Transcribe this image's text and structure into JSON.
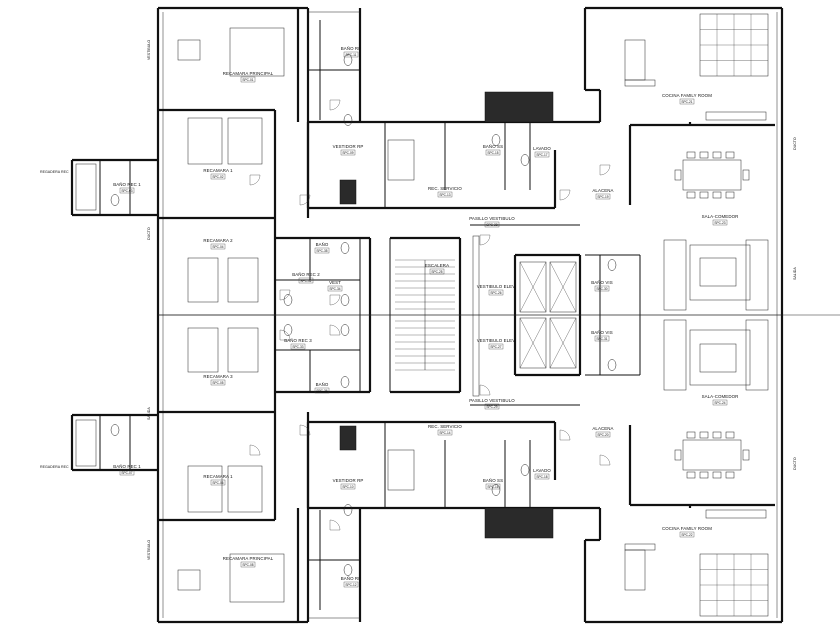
{
  "rooms": [
    {
      "id": "recamara-principal-top",
      "label": "RECAMARA PRINCIPAL",
      "tag": "SPC-01"
    },
    {
      "id": "recamara-1-top",
      "label": "RECAMARA 1",
      "tag": "SPC-02"
    },
    {
      "id": "bano-rec-top",
      "label": "BAÑO REC 1",
      "tag": "SPC-03"
    },
    {
      "id": "recamara-2",
      "label": "RECAMARA 2",
      "tag": "SPC-04"
    },
    {
      "id": "recamara-3",
      "label": "RECAMARA 3",
      "tag": "SPC-05"
    },
    {
      "id": "recamara-1-bottom",
      "label": "RECAMARA 1",
      "tag": "SPC-06"
    },
    {
      "id": "bano-rec-bottom",
      "label": "BAÑO REC 1",
      "tag": "SPC-07"
    },
    {
      "id": "recamara-principal-bottom",
      "label": "RECAMARA PRINCIPAL",
      "tag": "SPC-08"
    },
    {
      "id": "vestidor-top",
      "label": "VESTIDOR RP",
      "tag": "SPC-09"
    },
    {
      "id": "vestidor-bottom",
      "label": "VESTIDOR RP",
      "tag": "SPC-10"
    },
    {
      "id": "bano-rp-top",
      "label": "BAÑO RP",
      "tag": "SPC-11"
    },
    {
      "id": "bano-rp-bottom",
      "label": "BAÑO RP",
      "tag": "SPC-12"
    },
    {
      "id": "rec-servicio-top",
      "label": "REC. SERVICIO",
      "tag": "SPC-13"
    },
    {
      "id": "rec-servicio-bottom",
      "label": "REC. SERVICIO",
      "tag": "SPC-14"
    },
    {
      "id": "bano-serv-top",
      "label": "BAÑO SS",
      "tag": "SPC-15"
    },
    {
      "id": "bano-serv-bottom",
      "label": "BAÑO SS",
      "tag": "SPC-16"
    },
    {
      "id": "lavado-top",
      "label": "LAVADO",
      "tag": "SPC-17"
    },
    {
      "id": "lavado-bottom",
      "label": "LAVADO",
      "tag": "SPC-18"
    },
    {
      "id": "alacena-top",
      "label": "ALACENA",
      "tag": "SPC-19"
    },
    {
      "id": "alacena-bottom",
      "label": "ALACENA",
      "tag": "SPC-20"
    },
    {
      "id": "cocina-top",
      "label": "COCINA FAMILY ROOM",
      "tag": "SPC-21"
    },
    {
      "id": "cocina-bottom",
      "label": "COCINA FAMILY ROOM",
      "tag": "SPC-22"
    },
    {
      "id": "sala-comedor-top",
      "label": "SALA-COMEDOR",
      "tag": "SPC-23"
    },
    {
      "id": "sala-comedor-bottom",
      "label": "SALA-COMEDOR",
      "tag": "SPC-24"
    },
    {
      "id": "escalera",
      "label": "ESCALERA",
      "tag": "SPC-25"
    },
    {
      "id": "vestibulo-elev",
      "label": "VESTIBULO ELEV",
      "tag": "SPC-26"
    },
    {
      "id": "vestibulo-serv",
      "label": "VESTIBULO ELEV",
      "tag": "SPC-27"
    },
    {
      "id": "pasillo-top",
      "label": "PASILLO VESTIBULO",
      "tag": "SPC-28"
    },
    {
      "id": "pasillo-bottom",
      "label": "PASILLO VESTIBULO",
      "tag": "SPC-29"
    },
    {
      "id": "bano-visitas-top",
      "label": "BAÑO VIS",
      "tag": "SPC-30"
    },
    {
      "id": "bano-visitas-bottom",
      "label": "BAÑO VIS",
      "tag": "SPC-31"
    },
    {
      "id": "bano-rec2",
      "label": "BAÑO REC 2",
      "tag": "SPC-32"
    },
    {
      "id": "bano-rec3",
      "label": "BAÑO REC 3",
      "tag": "SPC-33"
    },
    {
      "id": "vest-inf",
      "label": "VEST",
      "tag": "SPC-34"
    },
    {
      "id": "bano-top-small",
      "label": "BAÑO",
      "tag": "SPC-35"
    },
    {
      "id": "bano-bottom-small",
      "label": "BAÑO",
      "tag": "SPC-36"
    }
  ],
  "side_labels": {
    "regadera_top": "REGADERA REC",
    "regadera_bottom": "REGADERA REC",
    "vestibulo": "VESTIBULO",
    "ducto": "DUCTO",
    "salida": "SALIDA"
  }
}
